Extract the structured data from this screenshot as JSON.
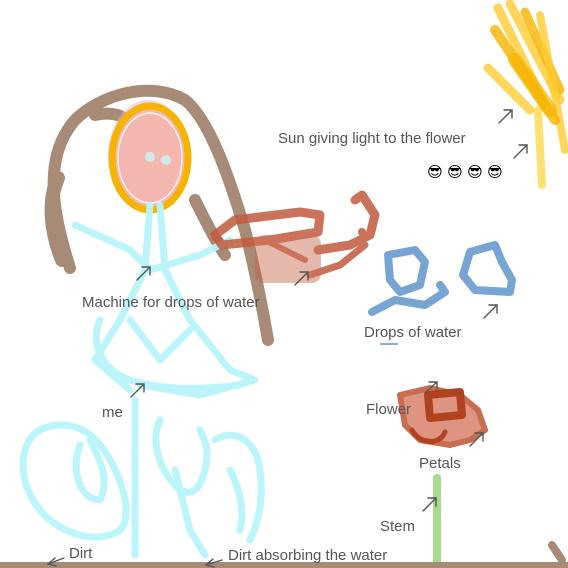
{
  "labels": {
    "sun": "Sun giving light to the flower",
    "machine": "Machine for drops of water",
    "drops": "Drops of water",
    "me": "me",
    "flower": "Flower",
    "petals": "Petals",
    "stem": "Stem",
    "dirt": "Dirt",
    "dirt_absorbing": "Dirt absorbing the water"
  },
  "emojis": [
    "😎",
    "😎",
    "😎",
    "😎"
  ],
  "colors": {
    "sun": "#ffcc33",
    "sun_core": "#f5b400",
    "hair": "#a88b77",
    "face_fill": "#f4b7b0",
    "face_outline": "#f5b400",
    "body": "#b8f5fb",
    "machine": "#c25a3f",
    "drops": "#5f96cc",
    "flower": "#c05433",
    "stem": "#a9d98f",
    "dirt": "#a88b77",
    "label_text": "#555555",
    "arrow": "#555555"
  }
}
